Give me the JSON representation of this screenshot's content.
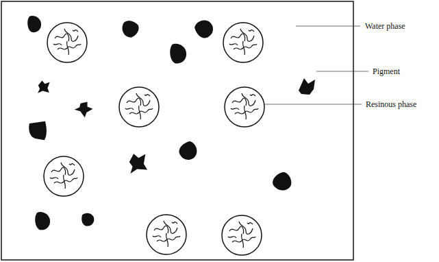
{
  "diagram": {
    "labels": [
      "Water phase",
      "Pigment",
      "Resinous phase"
    ]
  }
}
